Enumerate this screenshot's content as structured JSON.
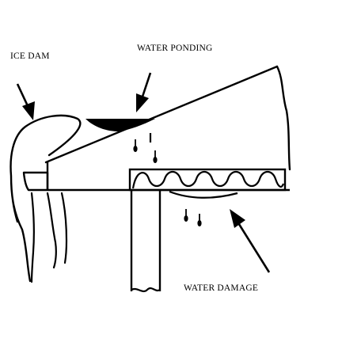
{
  "labels": {
    "ice_dam": "ICE DAM",
    "water_ponding": "WATER PONDING",
    "water_damage": "WATER DAMAGE"
  },
  "colors": {
    "ink": "#000000",
    "paper": "#ffffff"
  }
}
